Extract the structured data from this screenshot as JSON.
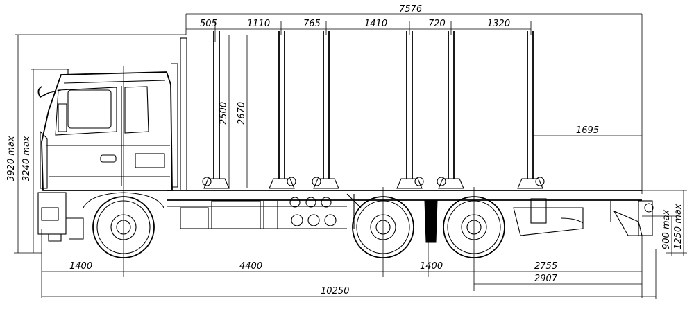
{
  "dimensions": {
    "top_overall": "7576",
    "top_segments": [
      "505",
      "1110",
      "765",
      "1410",
      "720",
      "1320"
    ],
    "stake_height": "2500",
    "stake_height_2": "2670",
    "rear_overhang_top": "1695",
    "height_max_total": "3920 max",
    "height_max_cab": "3240 max",
    "bottom_segments": [
      "1400",
      "4400",
      "1400",
      "2755"
    ],
    "rear_dim": "2907",
    "overall_length": "10250",
    "right_height_1": "1250 max",
    "right_height_2": "900 max"
  },
  "colors": {
    "line": "#000000",
    "background": "#ffffff"
  }
}
